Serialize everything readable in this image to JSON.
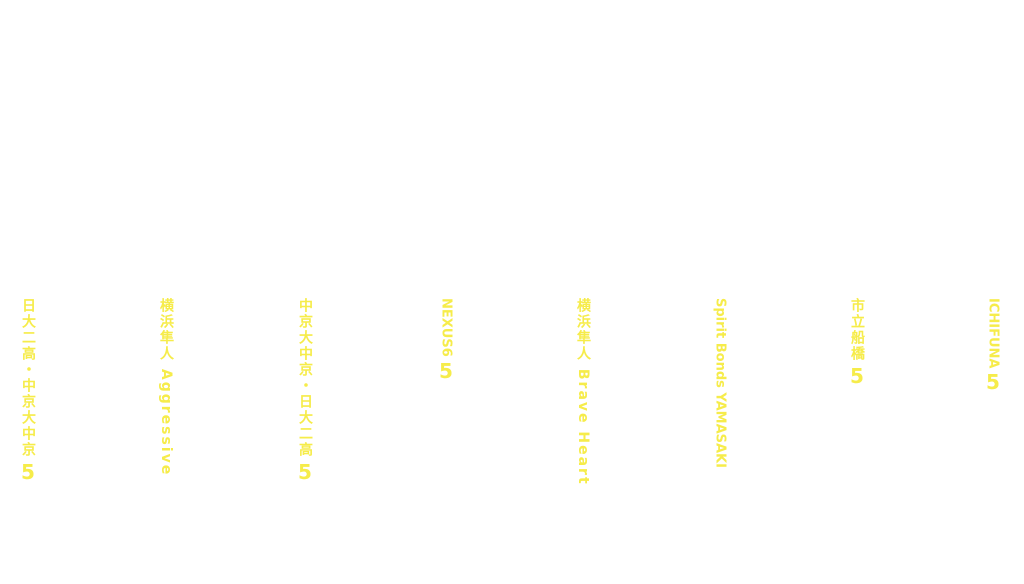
{
  "accent_color": "#f6ec4a",
  "teams": [
    {
      "name": "日大二高・中京大中京",
      "score": "5"
    },
    {
      "name": "横浜隼人 Aggressive",
      "score": ""
    },
    {
      "name": "中京大中京・日大二高",
      "score": "5"
    },
    {
      "name": "NEXUS6",
      "score": "5"
    },
    {
      "name": "横浜隼人 Brave Heart",
      "score": ""
    },
    {
      "name": "Spirit Bonds YAMASAKI",
      "score": ""
    },
    {
      "name": "市立船橋",
      "score": "5"
    },
    {
      "name": "ICHIFUNA",
      "score": "5"
    }
  ]
}
